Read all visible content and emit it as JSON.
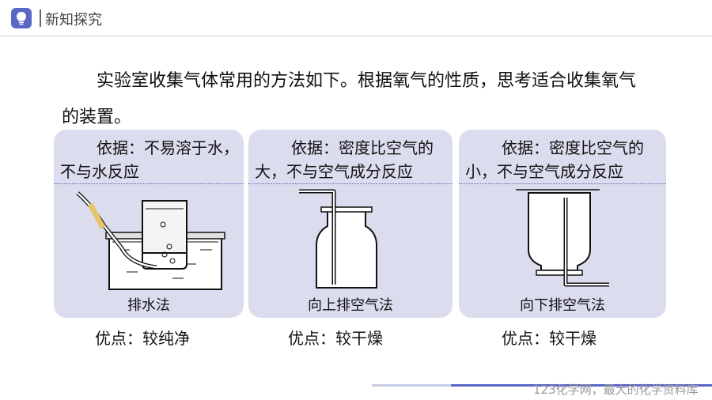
{
  "header": {
    "icon": "lightbulb-icon",
    "title": "新知探究"
  },
  "intro": {
    "line1": "实验室收集气体常用的方法如下。根据氧气的性质，思考适合收集氧气",
    "line2": "的装置。"
  },
  "cards": [
    {
      "desc": "依据：不易溶于水，不与水反应",
      "label": "排水法",
      "advantage": "优点：较纯净"
    },
    {
      "desc": "依据：密度比空气的大，不与空气成分反应",
      "label": "向上排空气法",
      "advantage": "优点：较干燥"
    },
    {
      "desc": "依据：密度比空气的小，不与空气成分反应",
      "label": "向下排空气法",
      "advantage": "优点：较干燥"
    }
  ],
  "footer": {
    "watermark": "123化学网，最大的化学资料库"
  },
  "colors": {
    "accent": "#5b67c7",
    "card_bg": "#dcdcef"
  }
}
